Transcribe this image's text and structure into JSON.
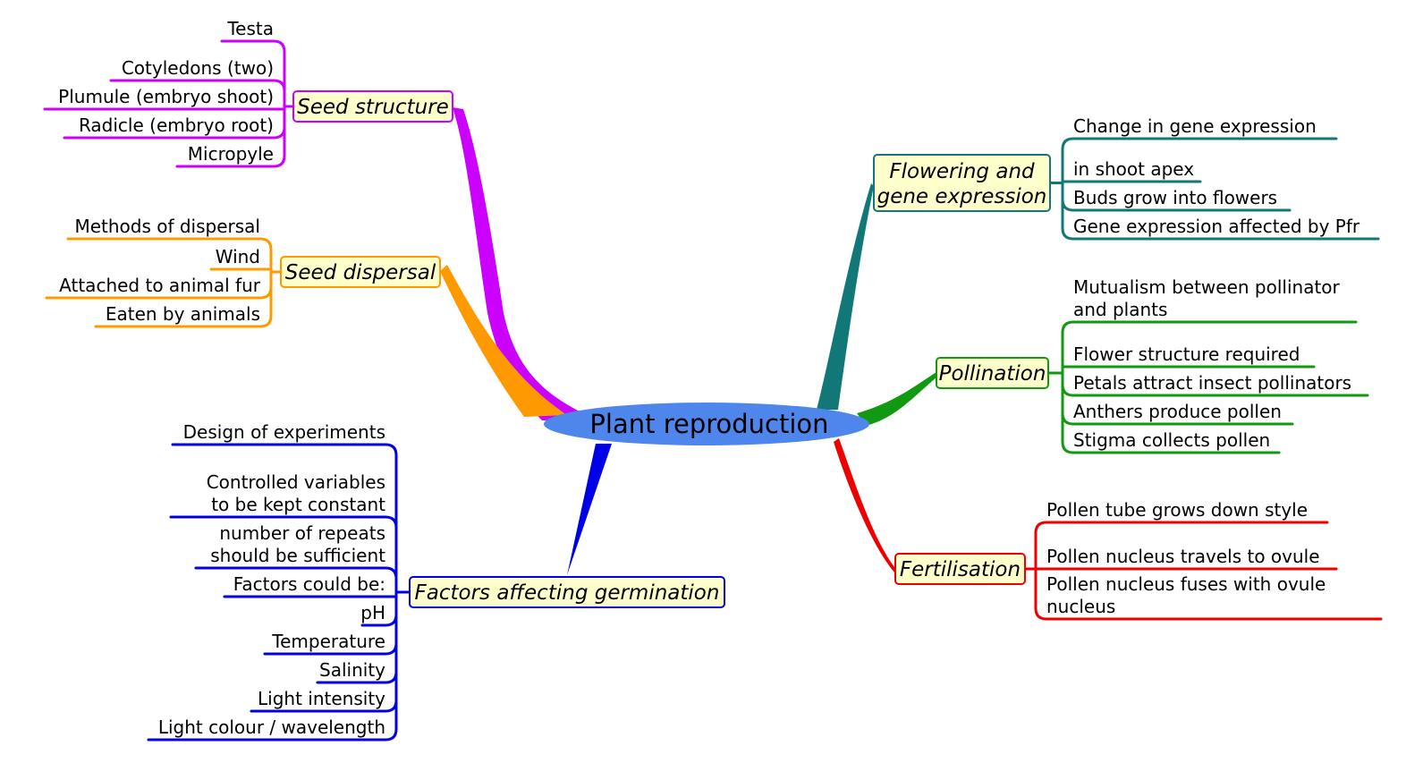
{
  "central_topic": "Plant reproduction",
  "colors": {
    "center_fill": "#4f86ec",
    "box_fill": "#ffffcc",
    "seed_structure": "#cc00ff",
    "seed_dispersal": "#ff9900",
    "factors_germination": "#0000e6",
    "flowering": "#117777",
    "pollination": "#119911",
    "fertilisation": "#ee0000"
  },
  "branches": [
    {
      "id": "seed_structure",
      "title": "Seed structure",
      "children": [
        [
          "Testa"
        ],
        [
          "Cotyledons (two)"
        ],
        [
          "Plumule (embryo shoot)"
        ],
        [
          "Radicle (embryo root)"
        ],
        [
          "Micropyle"
        ]
      ]
    },
    {
      "id": "seed_dispersal",
      "title": "Seed dispersal",
      "children": [
        [
          "Methods of dispersal"
        ],
        [
          "Wind"
        ],
        [
          "Attached to animal fur"
        ],
        [
          "Eaten by animals"
        ]
      ]
    },
    {
      "id": "factors_germination",
      "title": "Factors affecting germination",
      "children": [
        [
          "Design of experiments"
        ],
        [
          "Controlled variables",
          "to be kept constant"
        ],
        [
          "number of repeats",
          "should be sufficient"
        ],
        [
          "Factors could be:"
        ],
        [
          "pH"
        ],
        [
          "Temperature"
        ],
        [
          "Salinity"
        ],
        [
          "Light intensity"
        ],
        [
          "Light colour / wavelength"
        ]
      ]
    },
    {
      "id": "flowering",
      "title": [
        "Flowering and",
        "gene expression"
      ],
      "children": [
        [
          "Change in gene expression"
        ],
        [
          "in shoot apex"
        ],
        [
          "Buds grow into flowers"
        ],
        [
          "Gene expression affected by Pfr"
        ]
      ]
    },
    {
      "id": "pollination",
      "title": "Pollination",
      "children": [
        [
          "Mutualism between pollinator",
          " and plants"
        ],
        [
          "Flower structure required"
        ],
        [
          "Petals attract insect pollinators"
        ],
        [
          "Anthers produce pollen"
        ],
        [
          "Stigma collects pollen"
        ]
      ]
    },
    {
      "id": "fertilisation",
      "title": "Fertilisation",
      "children": [
        [
          "Pollen tube grows down style"
        ],
        [
          "Pollen nucleus travels to ovule"
        ],
        [
          "Pollen nucleus fuses with ovule",
          "nucleus"
        ]
      ]
    }
  ]
}
